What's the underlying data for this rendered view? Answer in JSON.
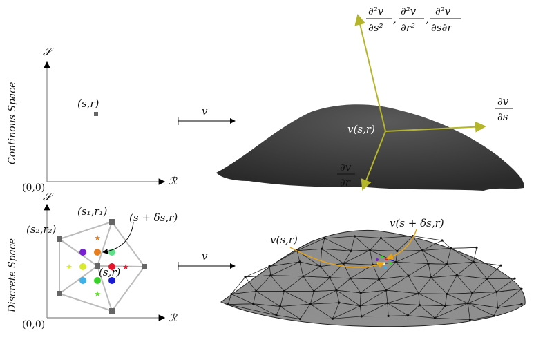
{
  "continuous": {
    "side_label": "Continous Space",
    "y_axis": "𝒮",
    "x_axis": "ℛ",
    "origin": "(0,0)",
    "point": "(s,r)",
    "map_label": "v",
    "surface_point": "v(s,r)",
    "d_ds": {
      "num": "∂v",
      "den": "∂s"
    },
    "d_dr": {
      "num": "∂v",
      "den": "∂r"
    },
    "second": [
      {
        "num": "∂²v",
        "den": "∂s²"
      },
      {
        "num": "∂²v",
        "den": "∂r²"
      },
      {
        "num": "∂²v",
        "den": "∂s∂r"
      }
    ],
    "surface_color": "#3a3a3a",
    "vector_color": "#b5b52a"
  },
  "discrete": {
    "side_label": "Discrete Space",
    "y_axis": "𝒮",
    "x_axis": "ℛ",
    "origin": "(0,0)",
    "vertex1": "(s₁,r₁)",
    "vertex2": "(s₂,r₂)",
    "neighbor": "(s + δs,r)",
    "center": "(s,r)",
    "map_label": "v",
    "mesh_point": "v(s,r)",
    "mesh_neighbor": "v(s + δs,r)",
    "mesh_color": "#8a8a8a",
    "curve_color": "#e8a317"
  }
}
